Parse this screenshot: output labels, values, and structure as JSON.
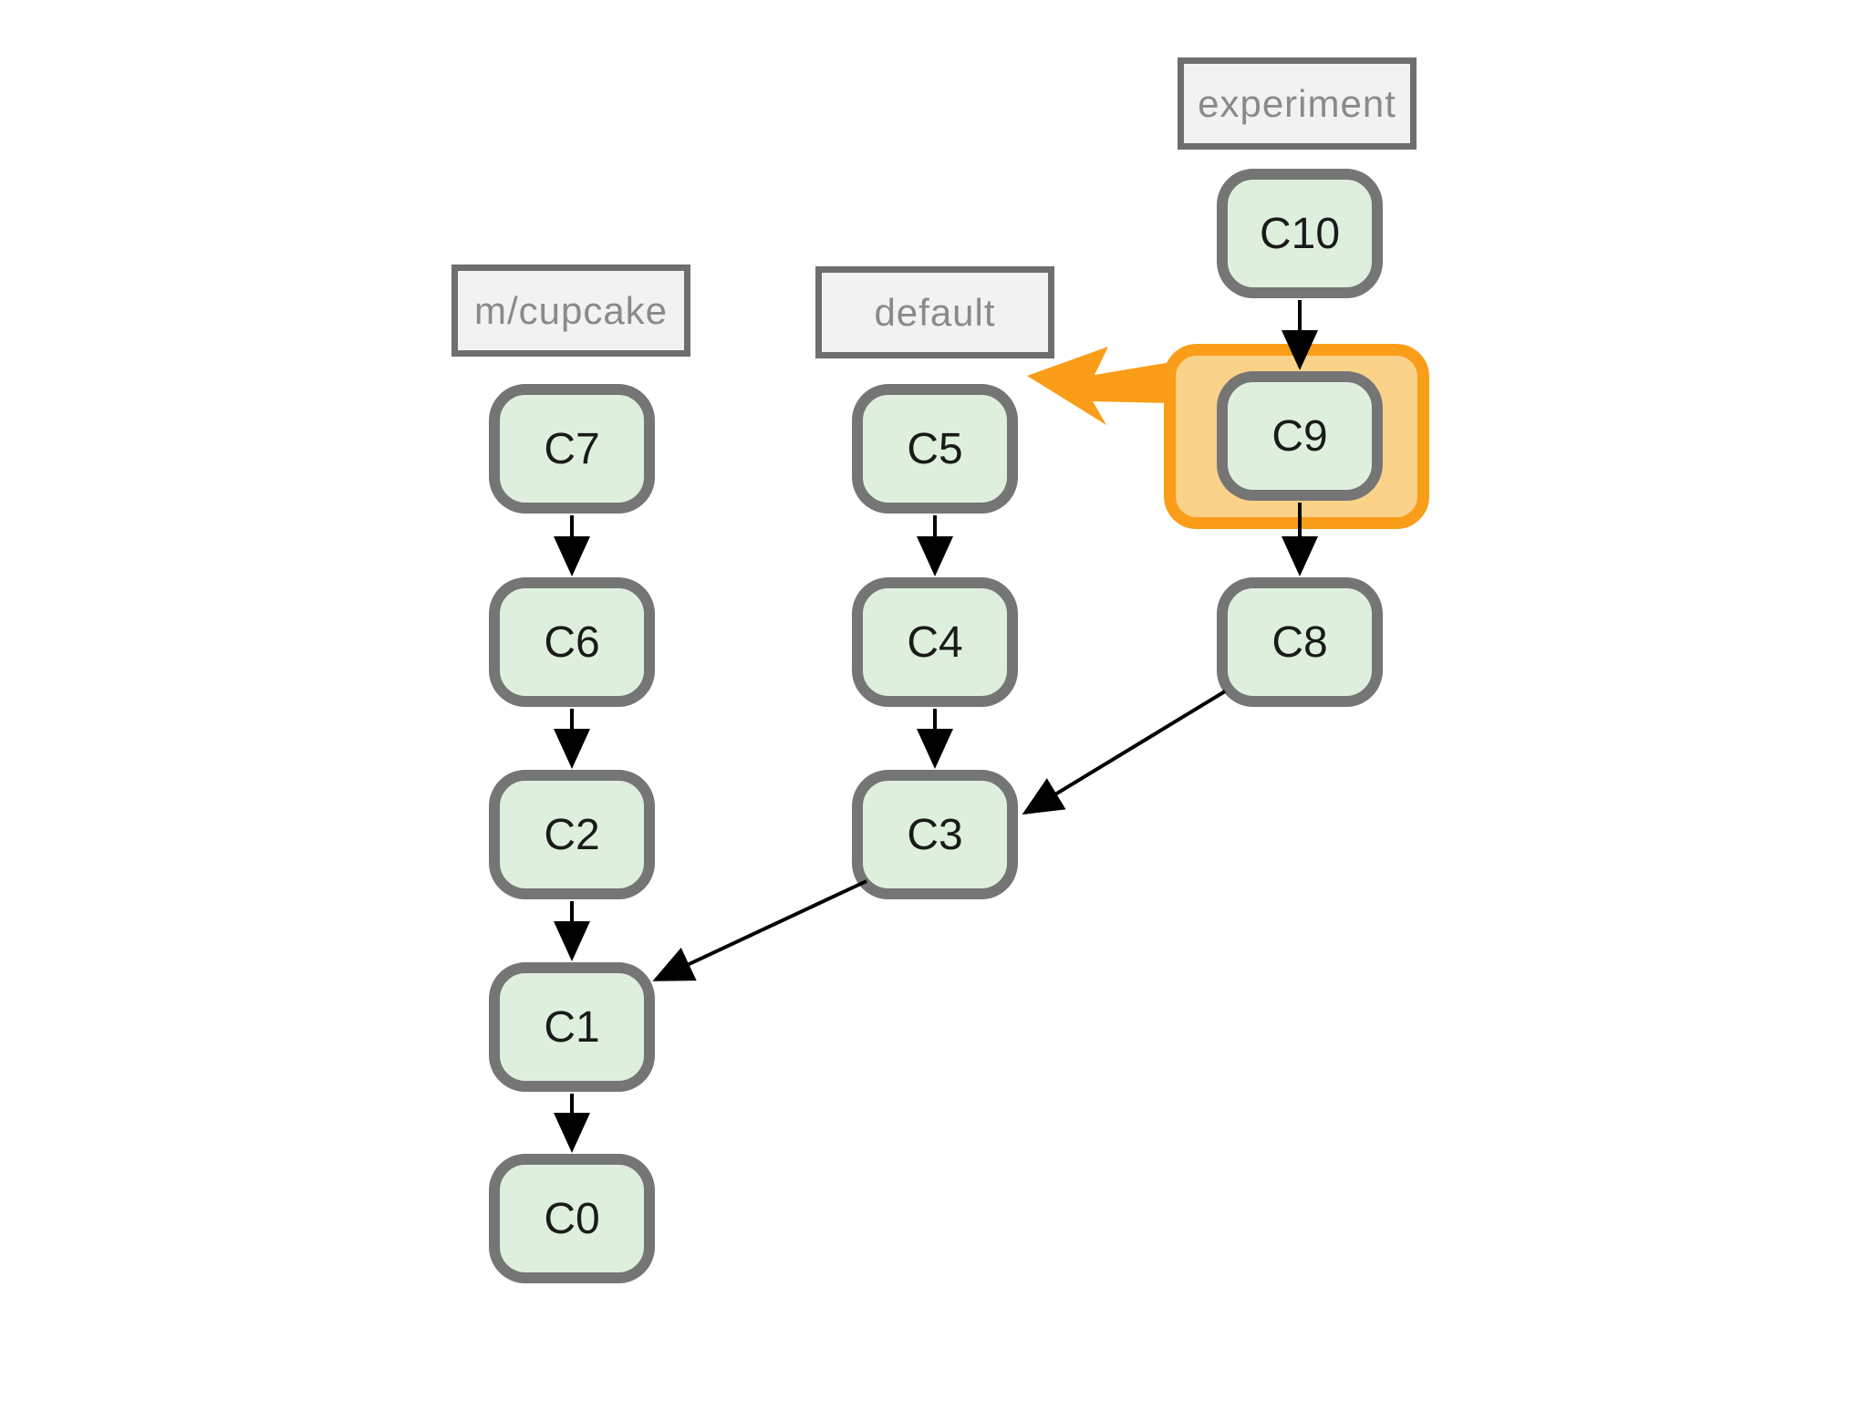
{
  "colors": {
    "background": "#ffffff",
    "node_fill": "#def0dd",
    "node_border": "#757575",
    "node_text": "#1a1a1a",
    "label_fill": "#f2f2f2",
    "label_border": "#6e6e6e",
    "label_text": "#8a8a8a",
    "highlight_border": "#fa9d18",
    "highlight_fill": "#fbd28a",
    "edge": "#000000"
  },
  "branches": {
    "m_cupcake": "m/cupcake",
    "default": "default",
    "experiment": "experiment"
  },
  "nodes": {
    "c0": "C0",
    "c1": "C1",
    "c2": "C2",
    "c3": "C3",
    "c4": "C4",
    "c5": "C5",
    "c6": "C6",
    "c7": "C7",
    "c8": "C8",
    "c9": "C9",
    "c10": "C10"
  },
  "edges": [
    {
      "from": "C10",
      "to": "C9"
    },
    {
      "from": "C9",
      "to": "C8"
    },
    {
      "from": "C8",
      "to": "C3"
    },
    {
      "from": "C7",
      "to": "C6"
    },
    {
      "from": "C6",
      "to": "C2"
    },
    {
      "from": "C5",
      "to": "C4"
    },
    {
      "from": "C4",
      "to": "C3"
    },
    {
      "from": "C3",
      "to": "C1"
    },
    {
      "from": "C2",
      "to": "C1"
    },
    {
      "from": "C1",
      "to": "C0"
    }
  ],
  "highlight": {
    "commit": "C9",
    "arrow_points_toward": "default"
  }
}
